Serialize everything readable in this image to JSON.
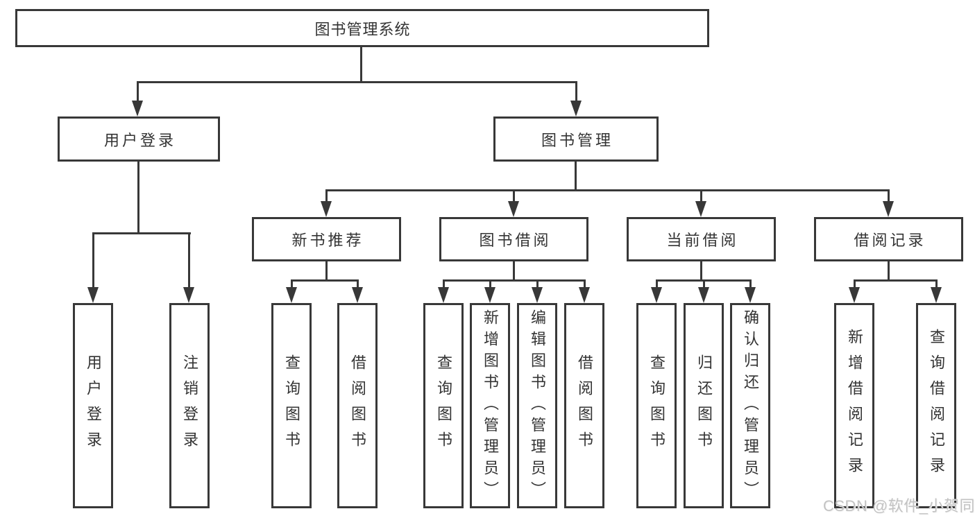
{
  "diagram": {
    "title": "图书管理系统",
    "watermark": "CSDN @软件_小贺同学",
    "branches": [
      {
        "label": "用户登录",
        "leaves": [
          {
            "label": "用户登录"
          },
          {
            "label": "注销登录"
          }
        ]
      },
      {
        "label": "图书管理",
        "groups": [
          {
            "label": "新书推荐",
            "leaves": [
              {
                "label": "查询图书"
              },
              {
                "label": "借阅图书"
              }
            ]
          },
          {
            "label": "图书借阅",
            "leaves": [
              {
                "label": "查询图书"
              },
              {
                "label": "新增图书（管理员）"
              },
              {
                "label": "编辑图书（管理员）"
              },
              {
                "label": "借阅图书"
              }
            ]
          },
          {
            "label": "当前借阅",
            "leaves": [
              {
                "label": "查询图书"
              },
              {
                "label": "归还图书"
              },
              {
                "label": "确认归还（管理员）"
              }
            ]
          },
          {
            "label": "借阅记录",
            "leaves": [
              {
                "label": "新增借阅记录"
              },
              {
                "label": "查询借阅记录"
              }
            ]
          }
        ]
      }
    ]
  }
}
